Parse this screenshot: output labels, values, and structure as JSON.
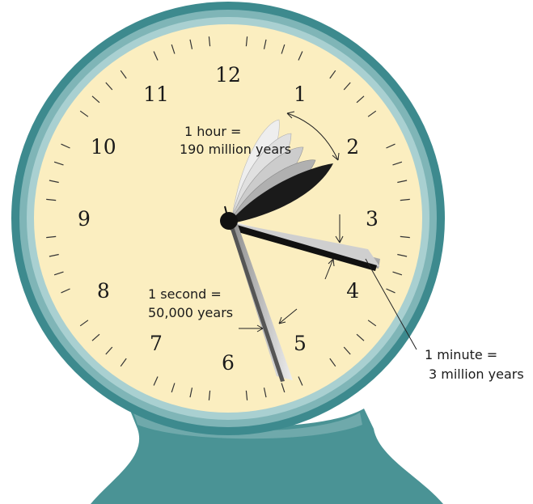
{
  "clock": {
    "numerals": [
      "12",
      "1",
      "2",
      "3",
      "4",
      "5",
      "6",
      "7",
      "8",
      "9",
      "10",
      "11"
    ],
    "colors": {
      "face": "#fbeec0",
      "rim_outer": "#3d8a8e",
      "rim_inner": "#9fc9cb",
      "stand": "#4a9395",
      "ticks": "#333333",
      "hand_dark": "#111111"
    }
  },
  "annotations": {
    "hour": {
      "line1": "1 hour =",
      "line2": "190 million years"
    },
    "second": {
      "line1": "1 second =",
      "line2": "50,000 years"
    },
    "minute": {
      "line1": "1 minute =",
      "line2": "3 million years"
    }
  }
}
